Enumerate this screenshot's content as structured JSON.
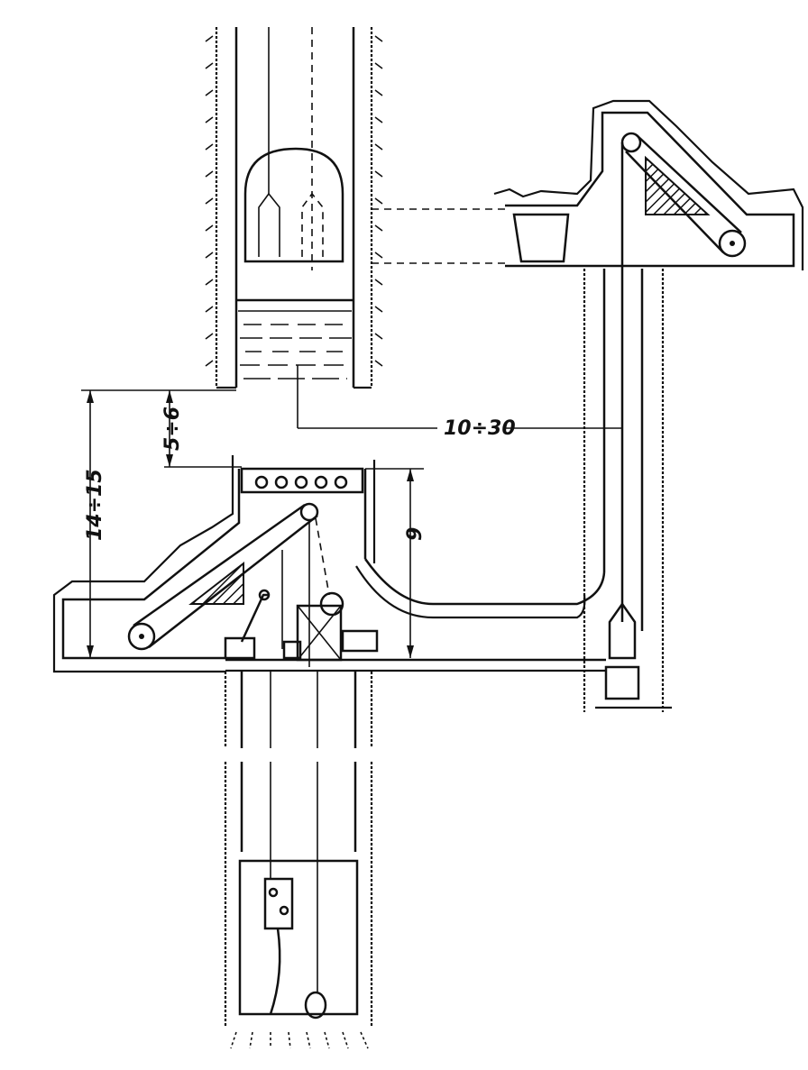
{
  "diagram": {
    "dimensions": {
      "left_total": "14÷15",
      "upper_gap": "5÷6",
      "horizontal": "10÷30",
      "chamber_height": "9"
    }
  }
}
